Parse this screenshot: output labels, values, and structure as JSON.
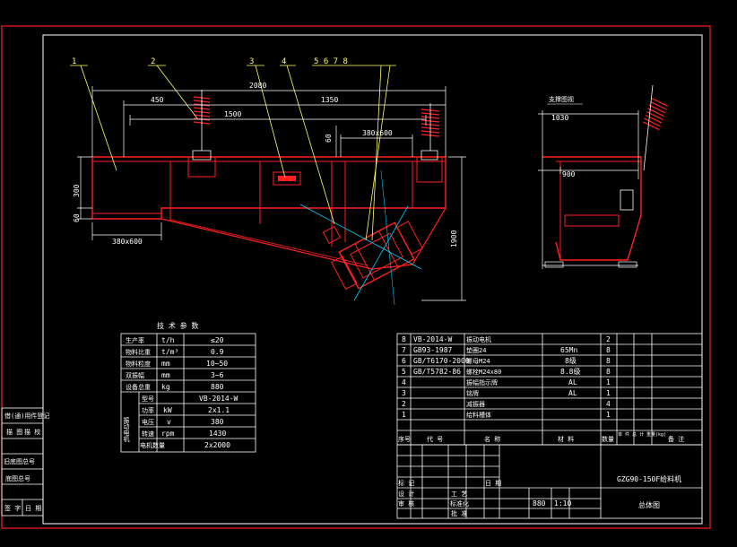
{
  "drawing": {
    "colors": {
      "background": "#000000",
      "outline": "#ff2020",
      "detail": "#ffffff",
      "leader": "#ffff66",
      "center": "#00d0ff",
      "dim": "#ffffff"
    },
    "callouts": [
      "1",
      "2",
      "3",
      "4",
      "5 6 7 8"
    ],
    "dims": {
      "total": "2080",
      "left": "450",
      "right": "1350",
      "mid": "1500",
      "port": "380x600",
      "h60": "60",
      "h300": "300",
      "h60b": "60",
      "bottom": "380x600",
      "vert": "1900",
      "side_label": "支撑图视",
      "side_top": "1030",
      "side_mid": "900"
    }
  },
  "params": {
    "title": "技 术 参 数",
    "rows": [
      {
        "name": "生产率",
        "unit": "t/h",
        "value": "≤20"
      },
      {
        "name": "物料比重",
        "unit": "t/m³",
        "value": "0.9"
      },
      {
        "name": "物料粒度",
        "unit": "mm",
        "value": "10~50"
      },
      {
        "name": "双振幅",
        "unit": "mm",
        "value": "3~6"
      },
      {
        "name": "设备总重",
        "unit": "kg",
        "value": "880"
      }
    ],
    "motor_label": "振动电机",
    "motor_rows": [
      {
        "name": "型号",
        "unit": "",
        "value": "VB-2014-W"
      },
      {
        "name": "功率",
        "unit": "kW",
        "value": "2x1.1"
      },
      {
        "name": "电压",
        "unit": "v",
        "value": "380"
      },
      {
        "name": "转速",
        "unit": "rpm",
        "value": "1430"
      },
      {
        "name": "电机数量",
        "unit": "",
        "value": "2x2000"
      }
    ]
  },
  "parts": {
    "rows": [
      {
        "no": "8",
        "code": "VB-2014-W",
        "name": "振动电机",
        "material": "",
        "qty": "2"
      },
      {
        "no": "7",
        "code": "GB93-1987",
        "name": "垫圈24",
        "material": "65Mn",
        "qty": "8"
      },
      {
        "no": "6",
        "code": "GB/T6170-2000",
        "name": "螺母M24",
        "material": "8级",
        "qty": "8"
      },
      {
        "no": "5",
        "code": "GB/T5782-86",
        "name": "螺栓M24x80",
        "material": "8.8级",
        "qty": "8"
      },
      {
        "no": "4",
        "code": "",
        "name": "振幅指示牌",
        "material": "AL",
        "qty": "1"
      },
      {
        "no": "3",
        "code": "",
        "name": "铭牌",
        "material": "AL",
        "qty": "1"
      },
      {
        "no": "2",
        "code": "",
        "name": "减振器",
        "material": "",
        "qty": "4"
      },
      {
        "no": "1",
        "code": "",
        "name": "给料槽体",
        "material": "",
        "qty": "1"
      }
    ],
    "headers": {
      "no": "序号",
      "code": "代 号",
      "name": "名 称",
      "qty": "数量",
      "material": "材 料",
      "weight": "单 件 总 计 重量(kg)",
      "remark": "备 注"
    }
  },
  "titleblock": {
    "model": "GZG90-150F给料机",
    "name": "总体图",
    "scale": "1:10",
    "weight": "880",
    "cells": {
      "label_sheet": "标 记",
      "label_design": "设 计",
      "label_check": "审 核",
      "label_craft": "工 艺",
      "label_std": "标准化",
      "label_approve": "批 准",
      "label_date": "日 期"
    }
  },
  "sidebar": {
    "rows": [
      "借(通)用件登记",
      "描 图",
      "描 校",
      "旧底图总号",
      "底图总号",
      "签 字",
      "日 期"
    ]
  }
}
